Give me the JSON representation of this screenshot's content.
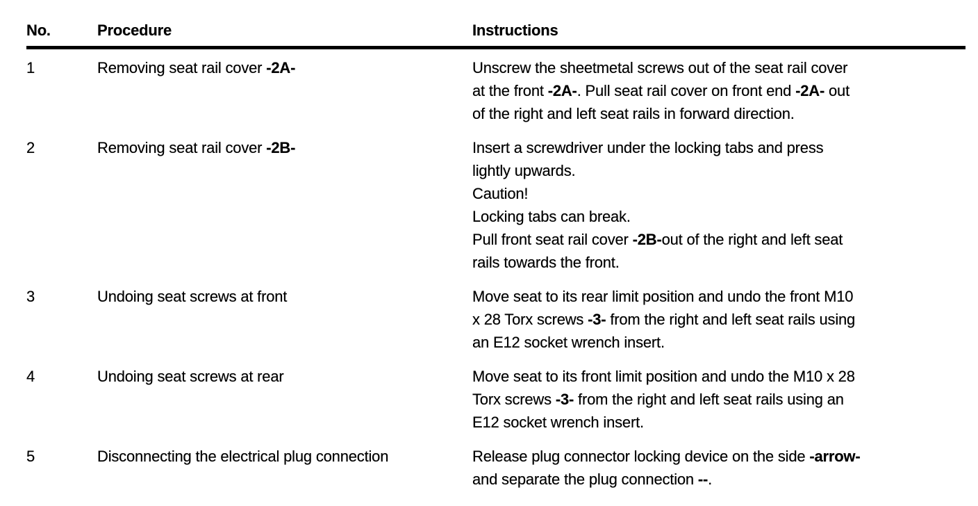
{
  "page": {
    "background": "#ffffff",
    "text_color": "#000000"
  },
  "table": {
    "headers": [
      {
        "id": "no",
        "label": "No."
      },
      {
        "id": "procedure",
        "label": "Procedure"
      },
      {
        "id": "instructions",
        "label": "Instructions"
      }
    ],
    "rows": [
      {
        "no": "1",
        "procedure": [
          {
            "t": "Removing seat rail cover "
          },
          {
            "t": "-2A-",
            "b": true
          }
        ],
        "instructions": [
          {
            "t": "Unscrew the sheetmetal screws out of the seat rail cover"
          },
          {
            "br": true
          },
          {
            "t": "at the front "
          },
          {
            "t": "-2A-",
            "b": true
          },
          {
            "t": ". Pull seat rail cover on front end "
          },
          {
            "t": "-2A-",
            "b": true
          },
          {
            "t": " out"
          },
          {
            "br": true
          },
          {
            "t": "of the right and left seat rails in forward direction."
          }
        ]
      },
      {
        "no": "2",
        "procedure": [
          {
            "t": "Removing seat rail cover "
          },
          {
            "t": "-2B-",
            "b": true
          }
        ],
        "instructions": [
          {
            "t": "Insert a screwdriver under the locking tabs and press"
          },
          {
            "br": true
          },
          {
            "t": "lightly upwards."
          },
          {
            "br": true
          },
          {
            "t": "Caution!"
          },
          {
            "br": true
          },
          {
            "t": "Locking tabs can break."
          },
          {
            "br": true
          },
          {
            "t": "Pull front seat rail cover "
          },
          {
            "t": "-2B-",
            "b": true
          },
          {
            "t": "out of the right and left seat"
          },
          {
            "br": true
          },
          {
            "t": "rails towards the front."
          }
        ]
      },
      {
        "no": "3",
        "procedure": [
          {
            "t": "Undoing seat screws at front"
          }
        ],
        "instructions": [
          {
            "t": "Move seat to its rear limit position and undo the front M10"
          },
          {
            "br": true
          },
          {
            "t": "x 28 Torx screws "
          },
          {
            "t": "-3-",
            "b": true
          },
          {
            "t": " from the right and left seat rails using"
          },
          {
            "br": true
          },
          {
            "t": "an E12 socket wrench insert."
          }
        ]
      },
      {
        "no": "4",
        "procedure": [
          {
            "t": "Undoing seat screws at rear"
          }
        ],
        "instructions": [
          {
            "t": "Move seat to its front limit position and undo the M10 x 28"
          },
          {
            "br": true
          },
          {
            "t": "Torx screws "
          },
          {
            "t": "-3-",
            "b": true
          },
          {
            "t": " from the right and left seat rails using an"
          },
          {
            "br": true
          },
          {
            "t": "E12 socket wrench insert."
          }
        ]
      },
      {
        "no": "5",
        "procedure": [
          {
            "t": "Disconnecting the electrical plug connection"
          }
        ],
        "instructions": [
          {
            "t": "Release plug connector locking device on the side "
          },
          {
            "t": "-arrow-",
            "b": true
          },
          {
            "br": true
          },
          {
            "t": "and separate the plug connection "
          },
          {
            "t": "--",
            "b": true
          },
          {
            "t": "."
          }
        ]
      }
    ]
  }
}
